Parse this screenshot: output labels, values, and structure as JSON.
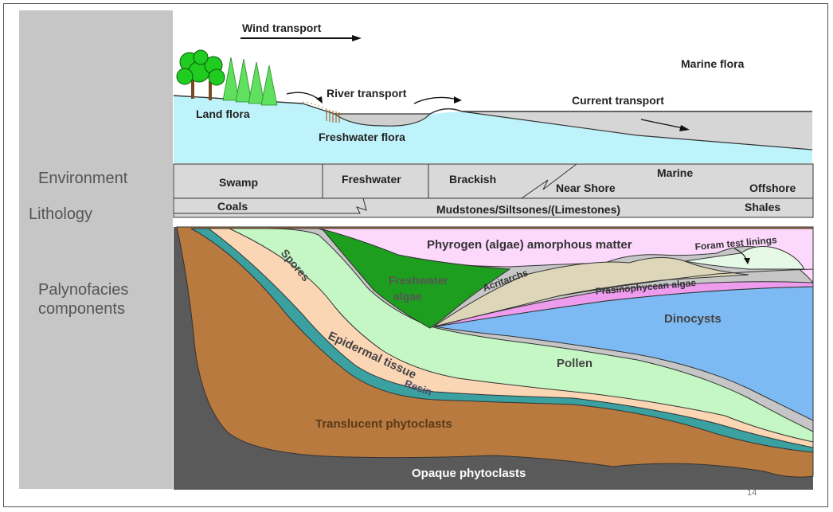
{
  "sidebar": {
    "environment": "Environment",
    "lithology": "Lithology",
    "palynofacies": [
      "Palynofacies",
      "components"
    ]
  },
  "top": {
    "wind_transport": "Wind transport",
    "river_transport": "River transport",
    "current_transport": "Current transport",
    "marine_flora": "Marine flora",
    "land_flora": "Land flora",
    "freshwater_flora": "Freshwater flora"
  },
  "environment": {
    "swamp": "Swamp",
    "freshwater": "Freshwater",
    "brackish": "Brackish",
    "marine": "Marine",
    "near_shore": "Near Shore",
    "offshore": "Offshore"
  },
  "lithology": {
    "coals": "Coals",
    "mudstones": "Mudstones/Siltsones/(Limestones)",
    "shales": "Shales"
  },
  "components": {
    "phyrogen": "Phyrogen (algae) amorphous matter",
    "foram": "Foram test linings",
    "spores": "Spores",
    "freshwater_algae": [
      "Freshwater",
      "algae"
    ],
    "acritarchs": "Acritarchs",
    "prasinophycean": "Prasinophycean algae",
    "dinocysts": "Dinocysts",
    "pollen": "Pollen",
    "epidermal": "Epidermal tissue",
    "resin": "Resin",
    "translucent": "Translucent phytoclasts",
    "opaque": "Opaque phytoclasts"
  },
  "page_number": "14"
}
